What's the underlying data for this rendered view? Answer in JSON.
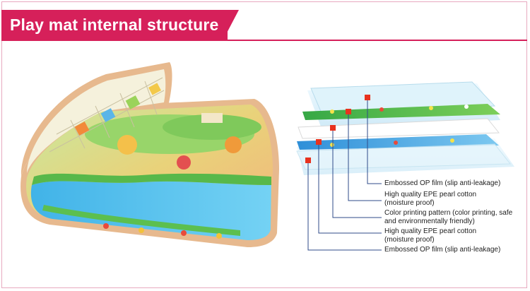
{
  "header": {
    "title": "Play mat internal structure"
  },
  "layers": [
    {
      "line1": "Embossed OP film (slip anti-leakage)",
      "line2": ""
    },
    {
      "line1": "High quality EPE pearl cotton",
      "line2": "(moisture proof)"
    },
    {
      "line1": "Color printing pattern (color printing, safe",
      "line2": "and environmentally friendly)"
    },
    {
      "line1": "High quality EPE pearl cotton",
      "line2": "(moisture proof)"
    },
    {
      "line1": "Embossed OP film (slip anti-leakage)",
      "line2": ""
    }
  ],
  "colors": {
    "accent": "#d6205a",
    "leader": "#2f4b8a",
    "marker": "#e8321e"
  }
}
